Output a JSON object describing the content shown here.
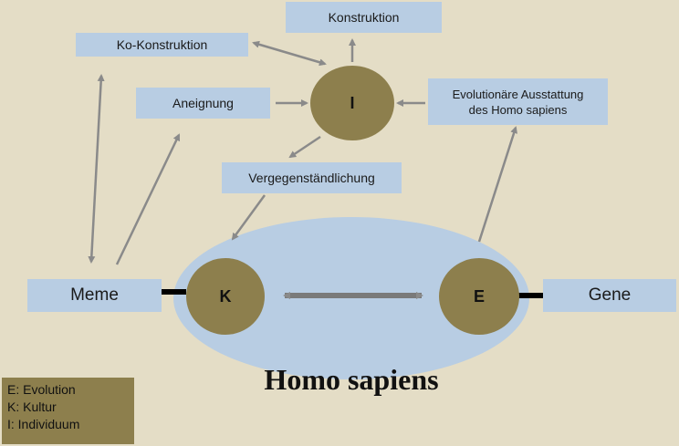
{
  "boxes": {
    "konstruktion": "Konstruktion",
    "ko_konstruktion": "Ko-Konstruktion",
    "aneignung": "Aneignung",
    "ausstattung_line1": "Evolutionäre Ausstattung",
    "ausstattung_line2": "des Homo sapiens",
    "vergegenstaendlichung": "Vergegenständlichung",
    "meme": "Meme",
    "gene": "Gene"
  },
  "nodes": {
    "individuum": "I",
    "kultur": "K",
    "evolution": "E"
  },
  "title": "Homo sapiens",
  "legend": [
    "E: Evolution",
    "K: Kultur",
    "I: Individuum"
  ],
  "colors": {
    "background": "#e4ddc6",
    "box_fill": "#b8cde3",
    "node_fill": "#8d7f4d",
    "ellipse_fill": "#b8cde3",
    "arrow": "#8a8a8a",
    "connector": "#000000"
  }
}
